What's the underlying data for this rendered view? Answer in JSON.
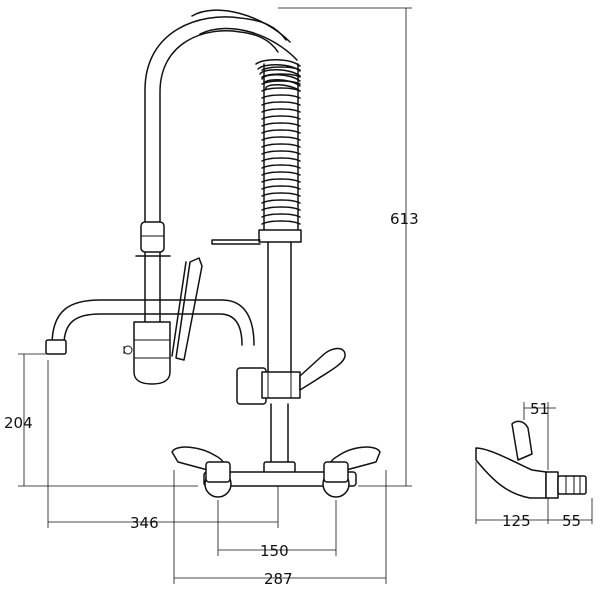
{
  "dimensions": {
    "total_height": "613",
    "spout_height": "204",
    "spout_reach": "346",
    "inlet_centres": "150",
    "overall_width": "287",
    "side_projection": "125",
    "wall_depth": "55",
    "side_valve_height": "51"
  }
}
